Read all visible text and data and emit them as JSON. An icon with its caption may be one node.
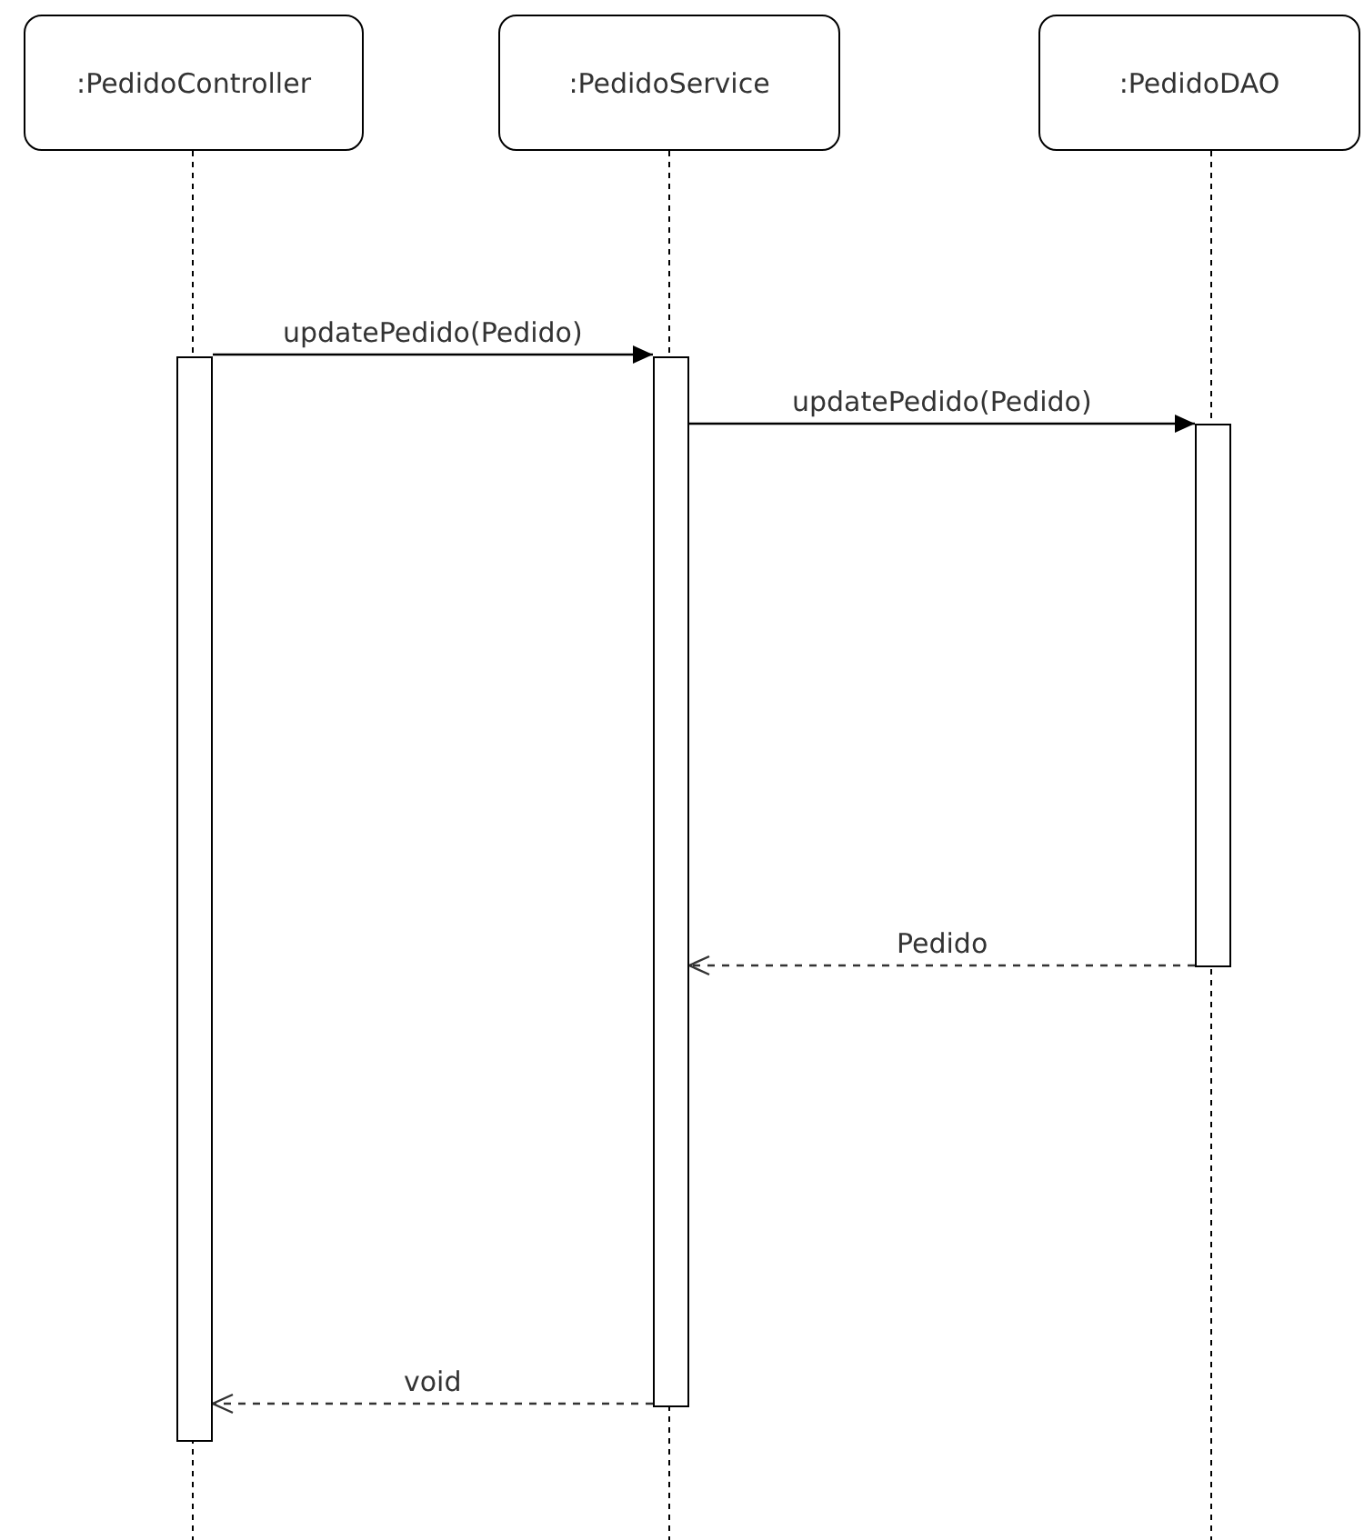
{
  "diagram": {
    "nodes": [
      {
        "text": [
          ":PedidoController"
        ]
      },
      {
        "text": [
          ":PedidoService"
        ]
      },
      {
        "text": [
          ":PedidoDAO"
        ]
      },
      {
        "text": [],
        "shape": "bar"
      },
      {
        "text": [],
        "shape": "bar"
      },
      {
        "text": [],
        "shape": "bar"
      }
    ],
    "edges": [
      {
        "from": 3,
        "to": 4,
        "arrow": "to",
        "label": "updatePedido(Pedido)"
      },
      {
        "from": 4,
        "to": 5,
        "arrow": "to",
        "label": "updatePedido(Pedido)"
      },
      {
        "from": 5,
        "to": 4,
        "arrow": "to",
        "label": "Pedido",
        "style": "dashed"
      },
      {
        "from": 4,
        "to": 3,
        "arrow": "to",
        "label": "void",
        "style": "dashed"
      }
    ]
  }
}
